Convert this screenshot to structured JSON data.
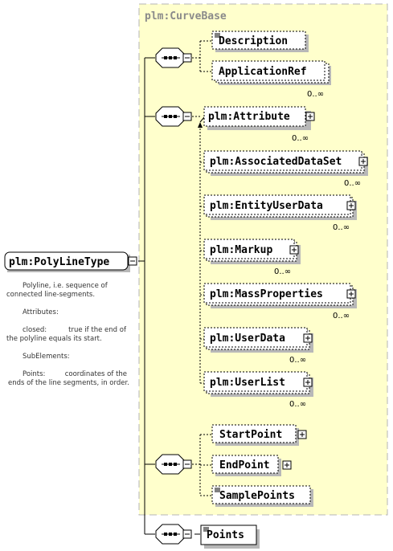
{
  "root": {
    "name": "plm:PolyLineType",
    "documentation": [
      "Polyline, i.e. sequence of",
      "connected line-segments.",
      "",
      "Attributes:",
      "",
      "closed:          true if the end of",
      "the polyline equals its start.",
      "",
      "SubElements:",
      "",
      "Points:         coordinates of the",
      "ends of the line segments, in order."
    ]
  },
  "group": {
    "title": "plm:CurveBase"
  },
  "elements": {
    "description": {
      "label": "Description"
    },
    "application_ref": {
      "label": "ApplicationRef",
      "occurrence": "0..∞"
    },
    "attribute": {
      "label": "plm:Attribute",
      "occurrence": "0..∞"
    },
    "associated_data_set": {
      "label": "plm:AssociatedDataSet",
      "occurrence": "0..∞"
    },
    "entity_user_data": {
      "label": "plm:EntityUserData",
      "occurrence": "0..∞"
    },
    "markup": {
      "label": "plm:Markup",
      "occurrence": "0..∞"
    },
    "mass_properties": {
      "label": "plm:MassProperties",
      "occurrence": "0..∞"
    },
    "user_data": {
      "label": "plm:UserData",
      "occurrence": "0..∞"
    },
    "user_list": {
      "label": "plm:UserList",
      "occurrence": "0..∞"
    },
    "start_point": {
      "label": "StartPoint"
    },
    "end_point": {
      "label": "EndPoint"
    },
    "sample_points": {
      "label": "SamplePoints"
    },
    "points": {
      "label": "Points"
    }
  },
  "colors": {
    "group_fill": "#ffffcc",
    "group_border": "#b5b5b5",
    "box_border": "#000000",
    "shadow": "#b8b8b8"
  },
  "icons": [
    "sequence-compositor-icon",
    "collapse-icon",
    "expand-icon",
    "documentation-icon"
  ]
}
